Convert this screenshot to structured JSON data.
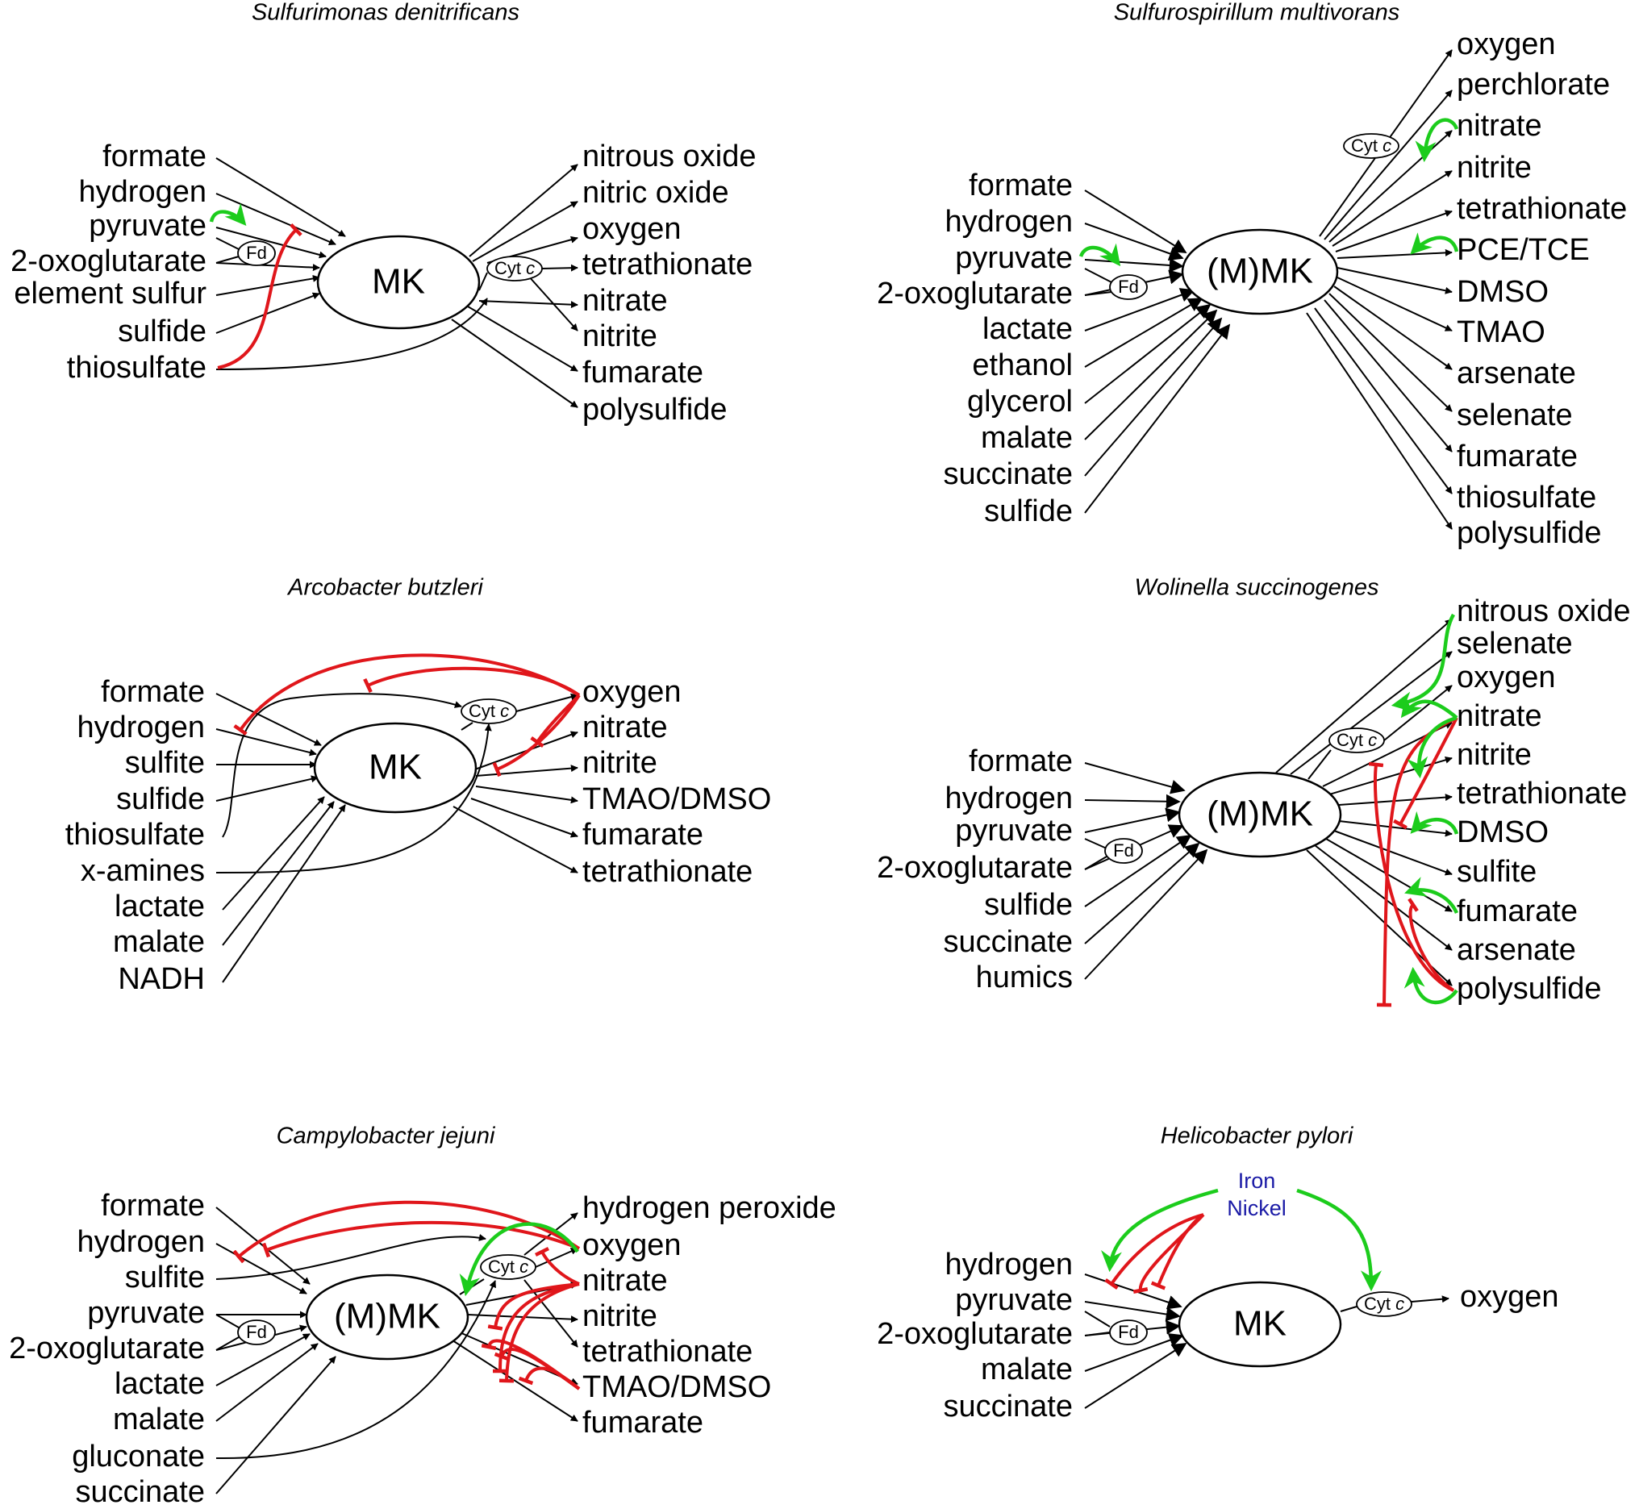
{
  "panels": [
    {
      "title": "Sulfurimonas denitrificans",
      "center": "MK",
      "donors": [
        "formate",
        "hydrogen",
        "pyruvate",
        "2-oxoglutarate",
        "element sulfur",
        "sulfide",
        "thiosulfate"
      ],
      "acceptors": [
        "nitrous oxide",
        "nitric oxide",
        "oxygen",
        "tetrathionate",
        "nitrate",
        "nitrite",
        "fumarate",
        "polysulfide"
      ],
      "fd": "Fd",
      "cyt": "Cyt c"
    },
    {
      "title": "Sulfurospirillum multivorans",
      "center": "(M)MK",
      "donors": [
        "formate",
        "hydrogen",
        "pyruvate",
        "2-oxoglutarate",
        "lactate",
        "ethanol",
        "glycerol",
        "malate",
        "succinate",
        "sulfide"
      ],
      "acceptors": [
        "oxygen",
        "perchlorate",
        "nitrate",
        "nitrite",
        "tetrathionate",
        "PCE/TCE",
        "DMSO",
        "TMAO",
        "arsenate",
        "selenate",
        "fumarate",
        "thiosulfate",
        "polysulfide"
      ],
      "fd": "Fd",
      "cyt": "Cyt c"
    },
    {
      "title": "Arcobacter butzleri",
      "center": "MK",
      "donors": [
        "formate",
        "hydrogen",
        "sulfite",
        "sulfide",
        "thiosulfate",
        "x-amines",
        "lactate",
        "malate",
        "NADH"
      ],
      "acceptors": [
        "oxygen",
        "nitrate",
        "nitrite",
        "TMAO/DMSO",
        "fumarate",
        "tetrathionate"
      ],
      "cyt": "Cyt c"
    },
    {
      "title": "Wolinella succinogenes",
      "center": "(M)MK",
      "donors": [
        "formate",
        "hydrogen",
        "pyruvate",
        "2-oxoglutarate",
        "sulfide",
        "succinate",
        "humics"
      ],
      "acceptors": [
        "nitrous oxide",
        "selenate",
        "oxygen",
        "nitrate",
        "nitrite",
        "tetrathionate",
        "DMSO",
        "sulfite",
        "fumarate",
        "arsenate",
        "polysulfide"
      ],
      "fd": "Fd",
      "cyt": "Cyt c"
    },
    {
      "title": "Campylobacter jejuni",
      "center": "(M)MK",
      "donors": [
        "formate",
        "hydrogen",
        "sulfite",
        "pyruvate",
        "2-oxoglutarate",
        "lactate",
        "malate",
        "gluconate",
        "succinate"
      ],
      "acceptors": [
        "hydrogen peroxide",
        "oxygen",
        "nitrate",
        "nitrite",
        "tetrathionate",
        "TMAO/DMSO",
        "fumarate"
      ],
      "fd": "Fd",
      "cyt": "Cyt c"
    },
    {
      "title": "Helicobacter pylori",
      "center": "MK",
      "donors": [
        "hydrogen",
        "pyruvate",
        "2-oxoglutarate",
        "malate",
        "succinate"
      ],
      "acceptors": [
        "oxygen"
      ],
      "fd": "Fd",
      "cyt": "Cyt c",
      "regulators": [
        "Iron",
        "Nickel"
      ]
    }
  ],
  "colors": {
    "activation": "#1ccc1c",
    "inhibition": "#e0161b",
    "metal_label": "#1a1aa6"
  }
}
